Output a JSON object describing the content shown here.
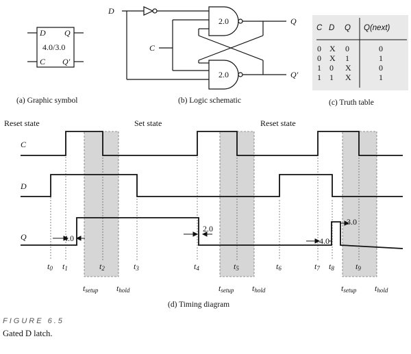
{
  "symbol": {
    "pin_D": "D",
    "pin_Q": "Q",
    "pin_C": "C",
    "pin_Qn": "Q′",
    "delay": "4.0/3.0",
    "caption": "(a)  Graphic symbol"
  },
  "schematic": {
    "input_D": "D",
    "input_C": "C",
    "output_Q": "Q",
    "output_Qn": "Q′",
    "gate_top_delay": "2.0",
    "gate_bottom_delay": "2.0",
    "caption": "(b)  Logic schematic"
  },
  "truth_table": {
    "headers": [
      "C",
      "D",
      "Q",
      "Q(next)"
    ],
    "rows": [
      [
        "0",
        "X",
        "0",
        "0"
      ],
      [
        "0",
        "X",
        "1",
        "1"
      ],
      [
        "1",
        "0",
        "X",
        "0"
      ],
      [
        "1",
        "1",
        "X",
        "1"
      ]
    ],
    "caption": "(c)  Truth table"
  },
  "timing": {
    "state_labels": [
      "Reset state",
      "Set state",
      "Reset state"
    ],
    "signals": [
      "C",
      "D",
      "Q"
    ],
    "delays": [
      "4.0",
      "2.0",
      "4.0",
      "3.0"
    ],
    "times": [
      "t0",
      "t1",
      "t2",
      "t3",
      "t4",
      "t5",
      "t6",
      "t7",
      "t8",
      "t9"
    ],
    "setup_label": "setup",
    "hold_label": "hold",
    "caption": "(d)  Timing diagram"
  },
  "figure": {
    "number": "FIGURE  6.5",
    "title": "Gated D latch."
  }
}
